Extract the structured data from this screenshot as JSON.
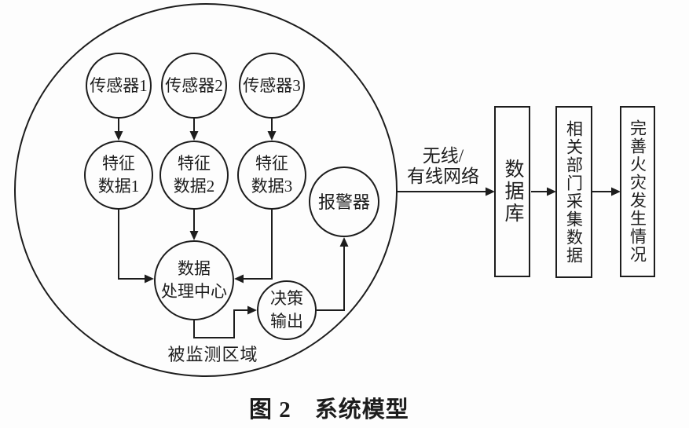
{
  "diagram": {
    "region_label": "被监测区域",
    "network_label": {
      "line1": "无线/",
      "line2": "有线网络"
    },
    "nodes": {
      "sensor1": {
        "label": "传感器1"
      },
      "sensor2": {
        "label": "传感器2"
      },
      "sensor3": {
        "label": "传感器3"
      },
      "feature1": {
        "line1": "特征",
        "line2": "数据1"
      },
      "feature2": {
        "line1": "特征",
        "line2": "数据2"
      },
      "feature3": {
        "line1": "特征",
        "line2": "数据3"
      },
      "processing": {
        "line1": "数据",
        "line2": "处理中心"
      },
      "decision": {
        "line1": "决策",
        "line2": "输出"
      },
      "alarm": {
        "label": "报警器"
      }
    },
    "boxes": {
      "database": {
        "label": "数据库"
      },
      "department": {
        "label": "相关部门采集数据"
      },
      "improvement": {
        "label": "完善火灾发生情况"
      }
    },
    "colors": {
      "line": "#1d1d1d",
      "background": "#fdfdfd"
    }
  },
  "caption": {
    "number": "图 2",
    "title": "系统模型"
  }
}
